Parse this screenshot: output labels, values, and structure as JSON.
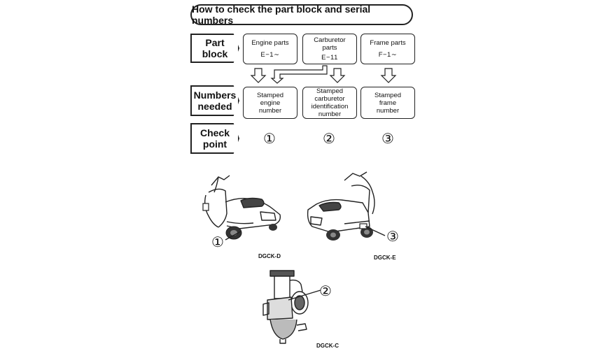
{
  "title": "How to check the part block and serial numbers",
  "rows": {
    "part_block": "Part block",
    "numbers_needed_1": "Numbers",
    "numbers_needed_2": "needed",
    "check_point_1": "Check",
    "check_point_2": "point"
  },
  "part_blocks": [
    {
      "name": "Engine parts",
      "code": "E−1∼"
    },
    {
      "name_l1": "Carburetor",
      "name_l2": "parts",
      "code": "E−11"
    },
    {
      "name": "Frame parts",
      "code": "F−1∼"
    }
  ],
  "numbers": [
    {
      "l1": "Stamped",
      "l2": "engine",
      "l3": "number"
    },
    {
      "l1": "Stamped",
      "l2": "carburetor",
      "l3": "identification",
      "l4": "number"
    },
    {
      "l1": "Stamped",
      "l2": "frame",
      "l3": "number"
    }
  ],
  "check_points": [
    "①",
    "②",
    "③"
  ],
  "figures": {
    "caption_d": "DGCK-D",
    "caption_e": "DGCK-E",
    "caption_c": "DGCK-C",
    "callout_1": "①",
    "callout_2": "②",
    "callout_3": "③"
  }
}
